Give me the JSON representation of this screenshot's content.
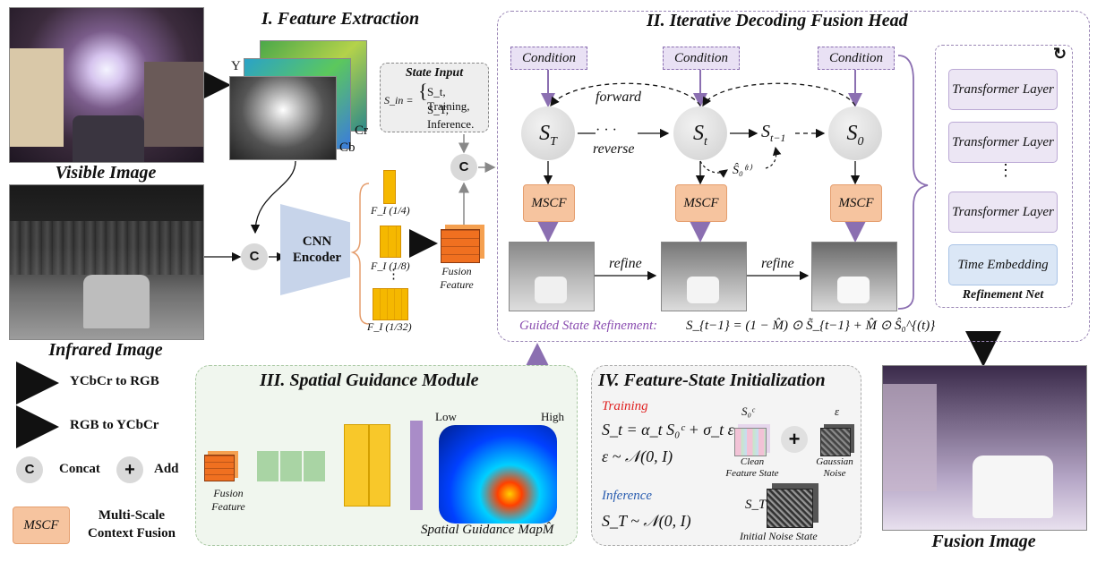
{
  "sections": {
    "feature_extraction": "I.  Feature Extraction",
    "decoding_head": "II. Iterative Decoding Fusion Head",
    "spatial_guidance": "III. Spatial Guidance Module",
    "state_init": "IV. Feature-State Initialization"
  },
  "images": {
    "visible": "Visible Image",
    "infrared": "Infrared Image",
    "fusion": "Fusion Image"
  },
  "ycbcr": {
    "y": "Y",
    "cr": "Cr",
    "cb": "Cb"
  },
  "encoder": {
    "label_line1": "CNN",
    "label_line2": "Encoder"
  },
  "features": {
    "f4": "F_I (1/4)",
    "f8": "F_I (1/8)",
    "f32": "F_I (1/32)",
    "dots": "⋮"
  },
  "fusion_feature": {
    "line1": "Fusion",
    "line2": "Feature"
  },
  "state_input": {
    "title": "State Input",
    "lhs": "S_in =",
    "case1": "S_t, Training,",
    "case2": "S_T, Inference."
  },
  "concat_symbol": "C",
  "add_symbol": "+",
  "decoding": {
    "condition": "Condition",
    "forward": "forward",
    "reverse": "reverse",
    "dots": "· · ·",
    "refine": "refine",
    "mscf": "MSCF",
    "states": {
      "sT": "S",
      "sT_sub": "T",
      "st": "S",
      "st_sub": "t",
      "s0": "S",
      "s0_sub": "0",
      "stm1": "S",
      "stm1_sub": "t−1",
      "s0hat": "Ŝ₀⁽ᵗ⁾"
    },
    "guided_label": "Guided State Refinement:",
    "guided_formula": "S_{t−1} = (1 − M̂) ⊙ S̃_{t−1} + M̂ ⊙ Ŝ₀^{(t)}"
  },
  "refinement_net": {
    "title": "Refinement Net",
    "layers": [
      "Transformer Layer",
      "Transformer Layer",
      "Transformer Layer"
    ],
    "time_embedding": "Time Embedding",
    "dots": "⋮",
    "loop": "↻"
  },
  "legend": {
    "ycbcr_to_rgb": "YCbCr to RGB",
    "rgb_to_ycbcr": "RGB to YCbCr",
    "concat": "Concat",
    "add": "Add",
    "mscf": "MSCF",
    "mscf_desc_line1": "Multi-Scale",
    "mscf_desc_line2": "Context Fusion"
  },
  "spatial": {
    "fusion_feature_line1": "Fusion",
    "fusion_feature_line2": "Feature",
    "low": "Low",
    "high": "High",
    "map_label": "Spatial Guidance MapM̂"
  },
  "state_init": {
    "training": "Training",
    "train_eq1": "S_t = α_t S₀ᶜ + σ_t ε,",
    "train_eq2": "ε ~ 𝒩(0, I)",
    "inference": "Inference",
    "inf_eq": "S_T ~ 𝒩(0, I)",
    "s0c": "S₀ᶜ",
    "eps": "ε",
    "clean_line1": "Clean",
    "clean_line2": "Feature State",
    "gauss_line1": "Gaussian",
    "gauss_line2": "Noise",
    "st_label": "S_T",
    "initial_noise": "Initial Noise State"
  },
  "colors": {
    "purple": "#8b6fb1",
    "orange_arrow": "#f5b312",
    "blue_arrow": "#3a78d0",
    "mscf": "#f6c49f",
    "training_red": "#e02020",
    "inference_blue": "#2a5db0"
  }
}
